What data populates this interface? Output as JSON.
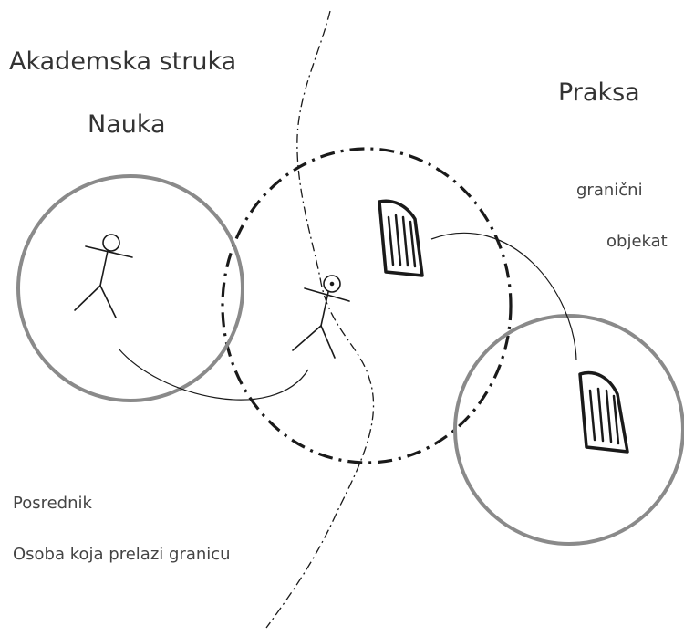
{
  "labels": {
    "academic": "Akademska struka",
    "practice": "Praksa",
    "science": "Nauka",
    "boundary_object_line1": "granični",
    "boundary_object_line2": "objekat",
    "mediator": "Posrednik",
    "boundary_crosser": "Osoba koja prelazi granicu"
  },
  "icons": [
    "stick-figure-icon",
    "stick-figure-icon",
    "document-icon",
    "document-icon"
  ],
  "colors": {
    "circle_stroke": "#8a8a8a",
    "ink": "#1a1a1a",
    "text": "#333333"
  }
}
